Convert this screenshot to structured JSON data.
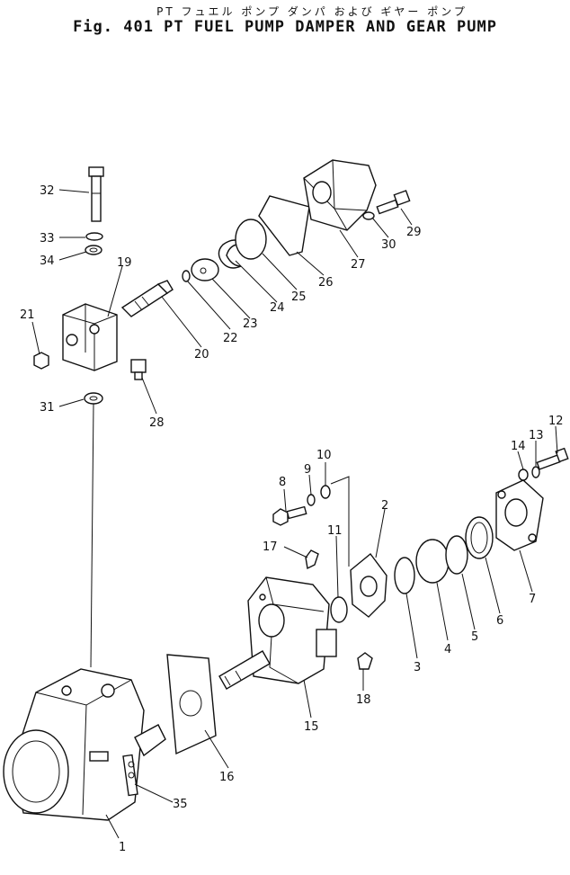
{
  "header": {
    "title_jp": "PT フュエル ポンプ ダンパ および ギヤー ポンプ",
    "title_en": "Fig. 401   PT FUEL PUMP DAMPER AND GEAR PUMP"
  },
  "callouts": [
    "1",
    "2",
    "3",
    "4",
    "5",
    "6",
    "7",
    "8",
    "9",
    "10",
    "11",
    "12",
    "13",
    "14",
    "15",
    "16",
    "17",
    "18",
    "19",
    "20",
    "21",
    "22",
    "23",
    "24",
    "25",
    "26",
    "27",
    "28",
    "29",
    "30",
    "31",
    "32",
    "33",
    "34",
    "35"
  ],
  "colors": {
    "ink": "#111111",
    "paper": "#ffffff"
  }
}
